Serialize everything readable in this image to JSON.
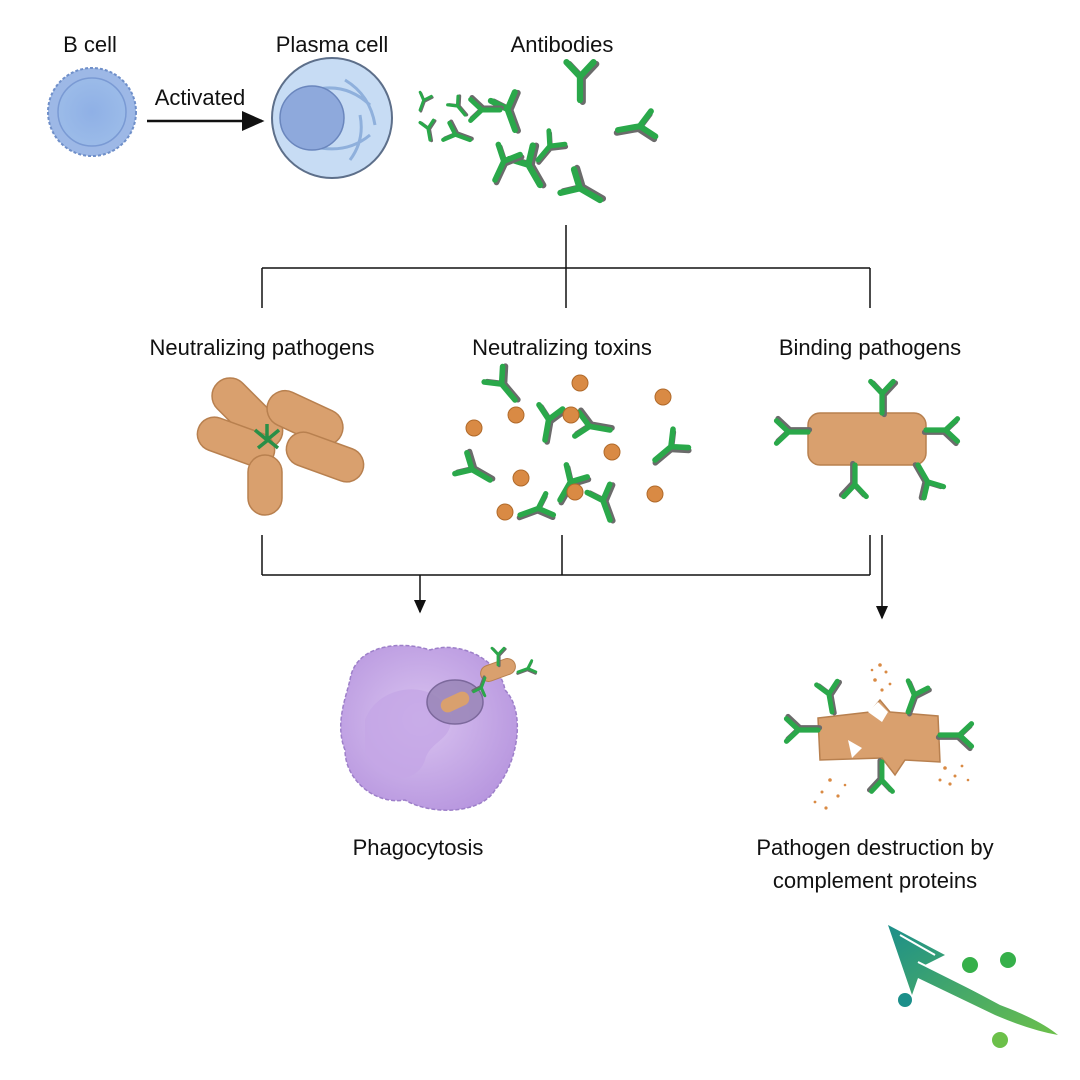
{
  "labels": {
    "b_cell": "B cell",
    "activated": "Activated",
    "plasma_cell": "Plasma cell",
    "antibodies": "Antibodies",
    "neutralizing_pathogens": "Neutralizing pathogens",
    "neutralizing_toxins": "Neutralizing toxins",
    "binding_pathogens": "Binding pathogens",
    "phagocytosis": "Phagocytosis",
    "complement_line1": "Pathogen destruction by",
    "complement_line2": "complement proteins"
  },
  "colors": {
    "antibody_light": "#2aa84a",
    "antibody_dark": "#6b6b6b",
    "bacteria": "#d9a06e",
    "toxin": "#d98a44",
    "b_cell": "#7fa2dc",
    "plasma_cell": "#a9c6ec",
    "macrophage": "#c9aee6",
    "logo_teal": "#1c8f8a",
    "logo_green": "#36b04a"
  },
  "icons": {
    "logo": "gecko-logo-icon"
  }
}
